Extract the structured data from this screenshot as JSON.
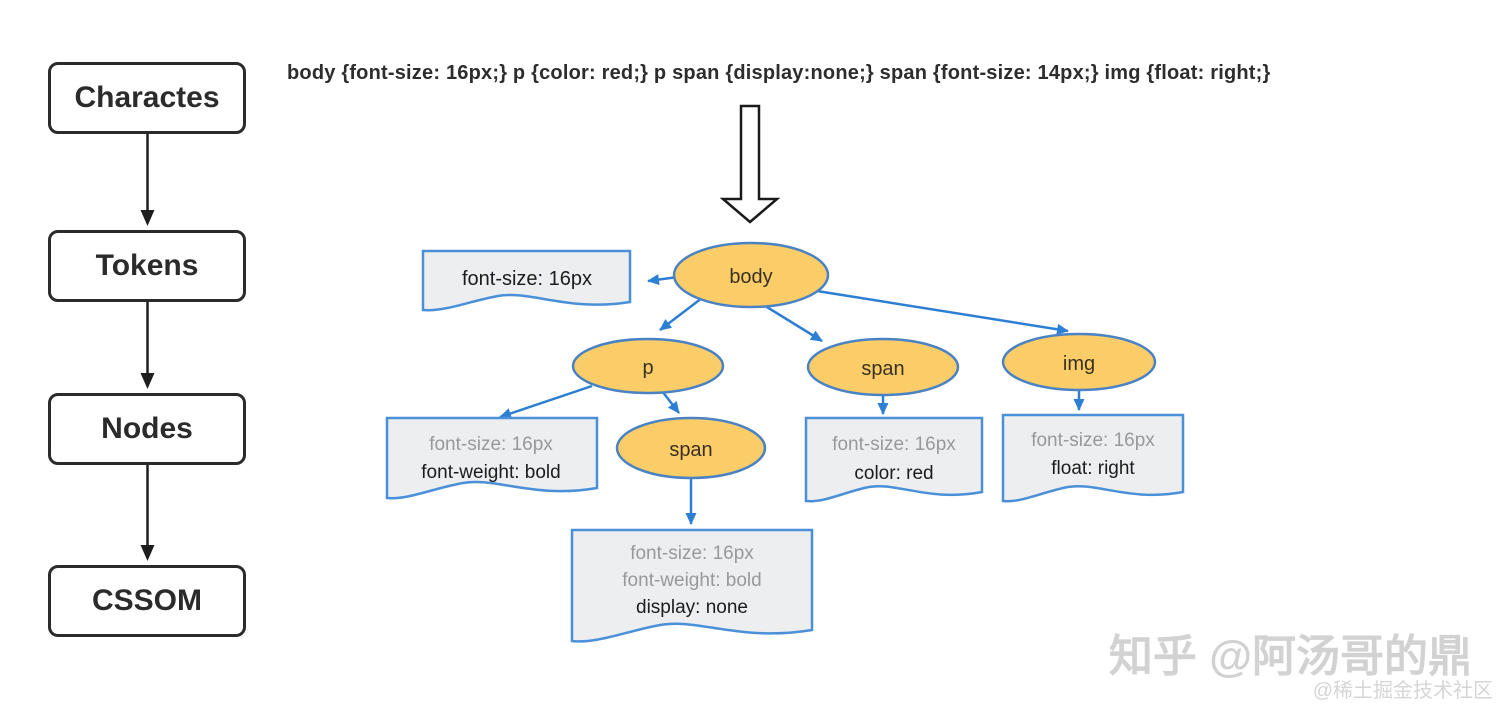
{
  "pipeline": {
    "steps": [
      {
        "label": "Charactes"
      },
      {
        "label": "Tokens"
      },
      {
        "label": "Nodes"
      },
      {
        "label": "CSSOM"
      }
    ]
  },
  "header": {
    "css_rule": "body {font-size: 16px;} p {color: red;} p span {display:none;} span {font-size: 14px;} img {float: right;}"
  },
  "tree": {
    "nodes": {
      "body": {
        "label": "body"
      },
      "p": {
        "label": "p"
      },
      "span_top": {
        "label": "span"
      },
      "img": {
        "label": "img"
      },
      "span_child": {
        "label": "span"
      }
    },
    "notes": {
      "body": {
        "lines": [
          "font-size: 16px"
        ]
      },
      "p": {
        "lines": [
          "font-size: 16px",
          "font-weight: bold"
        ]
      },
      "p_span": {
        "lines": [
          "font-size: 16px",
          "font-weight: bold",
          "display: none"
        ]
      },
      "span": {
        "lines": [
          "font-size: 16px",
          "color: red"
        ]
      },
      "img": {
        "lines": [
          "font-size: 16px",
          "float: right"
        ]
      }
    }
  },
  "colors": {
    "node_fill": "#FACD68",
    "node_stroke": "#4a82c3",
    "note_fill": "#ECEEEF",
    "note_stroke": "#4a90d9",
    "tree_arrow": "#2d7fd3",
    "flow_arrow": "#1f1f1f",
    "inherited_text": "#98999b",
    "declared_text": "#1c1c1c"
  },
  "watermarks": {
    "zhihu": "知乎 @阿汤哥的鼎",
    "juejin": "@稀土掘金技术社区"
  }
}
